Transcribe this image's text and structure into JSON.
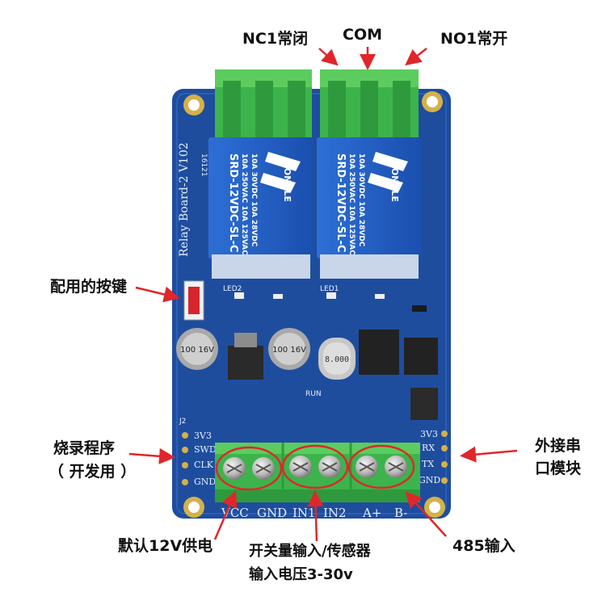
{
  "annotations": {
    "nc1": "NC1常闭",
    "com": "COM",
    "no1": "NO1常开",
    "button": "配用的按键",
    "burn_line1": "烧录程序",
    "burn_line2": "（ 开发用 ）",
    "uart_line1": "外接串",
    "uart_line2": "口模块",
    "power": "默认12V供电",
    "input_line1": "开关量输入/传感器",
    "input_line2": "输入电压3-30v",
    "rs485": "485输入"
  },
  "board": {
    "name": "Relay Board-2 V102",
    "code": "16121",
    "pcb_color": "#1f4d9e",
    "terminal_color": "#3cb44b",
    "relay_color": "#1d5fc4",
    "annotation_color": "#e0262a"
  },
  "relays": [
    {
      "brand": "SONGLE",
      "model": "SRD-12VDC-SL-C",
      "rating1": "10A 250VAC  10A 125VAC",
      "rating2": "10A 30VDC  10A 28VDC"
    },
    {
      "brand": "SONGLE",
      "model": "SRD-12VDC-SL-C",
      "rating1": "10A 250VAC  10A 125VAC",
      "rating2": "10A 30VDC  10A 28VDC"
    }
  ],
  "terminal_labels": [
    "VCC",
    "GND",
    "IN1",
    "IN2",
    "A+",
    "B-"
  ],
  "header_left": [
    "3V3",
    "SWD",
    "CLK",
    "GND"
  ],
  "header_right": [
    "3V3",
    "RX",
    "TX",
    "GND"
  ],
  "components": {
    "crystal": "8.000",
    "cap1": "100 16V",
    "cap2": "100 16V",
    "led1": "LED1",
    "led2": "LED2",
    "j2": "J2",
    "run": "RUN"
  }
}
